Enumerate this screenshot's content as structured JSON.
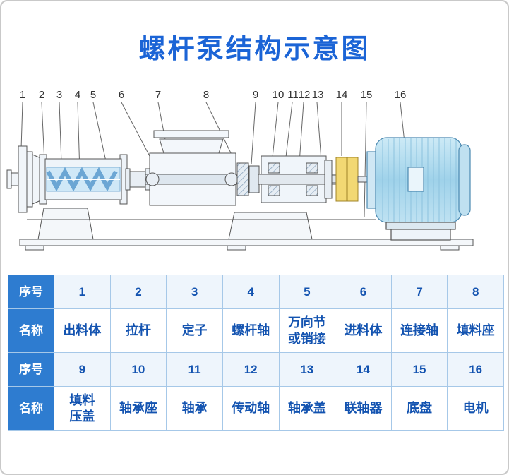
{
  "page": {
    "title": "螺杆泵结构示意图"
  },
  "colors": {
    "accent_blue": "#1b64d6",
    "table_header_blue": "#2e7cd0",
    "table_border_blue": "#a6c8e8",
    "table_text_blue": "#1353b0",
    "coupling_yellow": "#f2d873",
    "motor_blue": "#a8d8ee",
    "screw_blue": "#cfe8f7"
  },
  "diagram": {
    "description": "screw-pump-cross-section",
    "labels": [
      "1",
      "2",
      "3",
      "4",
      "5",
      "6",
      "7",
      "8",
      "9",
      "10",
      "11",
      "12",
      "13",
      "14",
      "15",
      "16"
    ]
  },
  "table": {
    "rows": [
      {
        "header": "序号",
        "cells": [
          "1",
          "2",
          "3",
          "4",
          "5",
          "6",
          "7",
          "8"
        ]
      },
      {
        "header": "名称",
        "cells": [
          "出料体",
          "拉杆",
          "定子",
          "螺杆轴",
          "万向节\n或销接",
          "进料体",
          "连接轴",
          "填料座"
        ]
      },
      {
        "header": "序号",
        "cells": [
          "9",
          "10",
          "11",
          "12",
          "13",
          "14",
          "15",
          "16"
        ]
      },
      {
        "header": "名称",
        "cells": [
          "填料\n压盖",
          "轴承座",
          "轴承",
          "传动轴",
          "轴承盖",
          "联轴器",
          "底盘",
          "电机"
        ]
      }
    ]
  }
}
